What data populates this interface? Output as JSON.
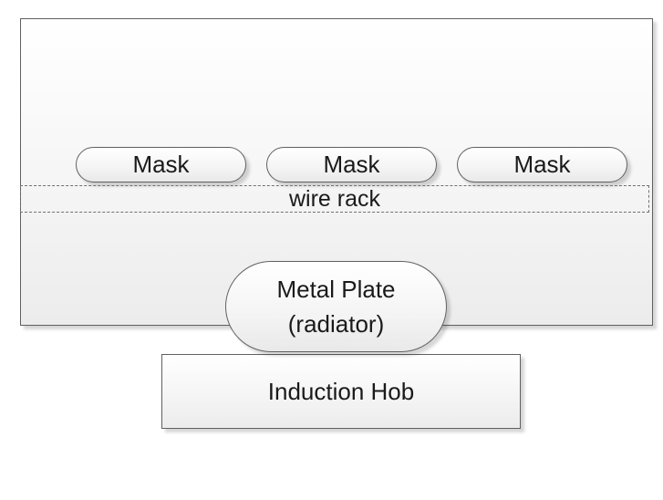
{
  "diagram": {
    "masks": [
      {
        "label": "Mask"
      },
      {
        "label": "Mask"
      },
      {
        "label": "Mask"
      }
    ],
    "wire_rack": {
      "label": "wire rack"
    },
    "metal_plate": {
      "line1": "Metal Plate",
      "line2": "(radiator)"
    },
    "induction_hob": {
      "label": "Induction Hob"
    }
  }
}
